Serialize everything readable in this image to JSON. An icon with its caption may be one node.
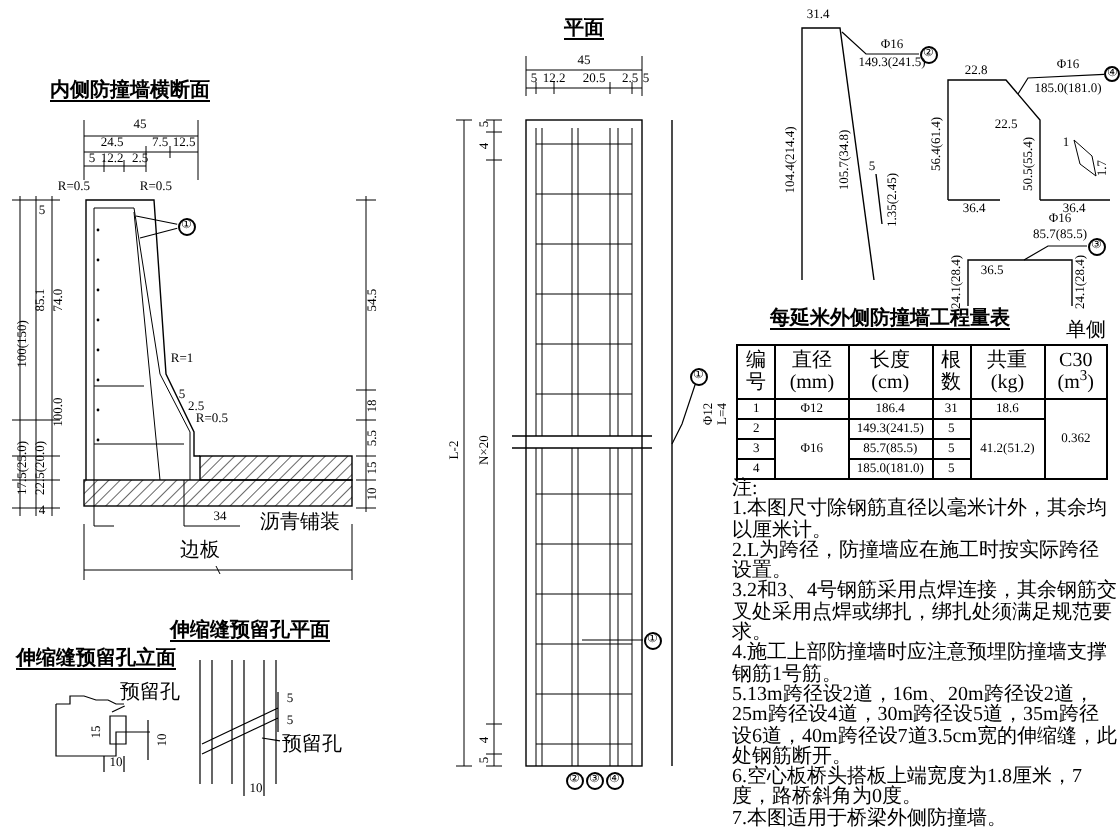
{
  "diagram": {
    "nodes": [
      {
        "text": [
          "①"
        ]
      },
      {
        "text": [
          "①"
        ]
      },
      {
        "text": [
          "②"
        ]
      },
      {
        "text": [
          "③"
        ]
      },
      {
        "text": [
          "④"
        ]
      },
      {
        "text": [
          "①"
        ]
      },
      {
        "text": [
          "预留孔"
        ]
      },
      {
        "text": [
          "预留孔"
        ]
      },
      {
        "text": [
          "②"
        ]
      },
      {
        "text": [
          "④"
        ]
      },
      {
        "text": [
          "③"
        ]
      }
    ],
    "edges": [
      {
        "from": 0,
        "to": null,
        "arrow": "none"
      },
      {
        "from": 0,
        "to": null,
        "arrow": "none"
      },
      {
        "from": 1,
        "to": null,
        "arrow": "none"
      },
      {
        "from": 5,
        "to": null,
        "arrow": "none"
      },
      {
        "from": 6,
        "to": null,
        "arrow": "none"
      },
      {
        "from": 7,
        "to": null,
        "arrow": "none"
      },
      {
        "from": 8,
        "to": null,
        "arrow": "none"
      },
      {
        "from": 9,
        "to": null,
        "arrow": "none"
      },
      {
        "from": 10,
        "to": null,
        "arrow": "none"
      }
    ],
    "labels": [
      "内侧防撞墙横断面",
      "45",
      "24.5",
      "7.5",
      "12.5",
      "5",
      "12.2",
      "2.5",
      "R=0.5",
      "R=0.5",
      "54.5",
      "R=1",
      "5",
      "2.5",
      "R=0.5",
      "18",
      "5.5",
      "15",
      "10",
      "34",
      "沥青铺装",
      "边板",
      "平面",
      "45",
      "5",
      "12.2",
      "20.5",
      "2.5",
      "5",
      "L-2",
      "N×20",
      "4",
      "4",
      "5",
      "5",
      "Φ12",
      "L=4",
      "伸缩缝预留孔立面",
      "伸缩缝预留孔平面",
      "15",
      "10",
      "10",
      "10",
      "31.4",
      "Φ16",
      "149.3(241.5)",
      "104.4(214.4)",
      "105.7(34.8)",
      "5",
      "1.35(2.45)",
      "22.8",
      "Φ16",
      "185.0(181.0)",
      "22.5",
      "56.4(61.4)",
      "50.5(55.4)",
      "36.4",
      "36.4",
      "Φ16",
      "85.7(85.5)",
      "36.5",
      "24.1(28.4)",
      "24.1(28.4)",
      "每延米外侧防撞墙工程量表",
      "单侧",
      "编号",
      "直径 (mm)",
      "长度 (cm)",
      "根数",
      "共重 (kg)",
      "C30 (m$^{3}$)",
      "1",
      "Φ12",
      "186.4",
      "31",
      "18.6",
      "0.362",
      "2",
      "149.3(241.5)",
      "5",
      "3",
      "Φ16",
      "85.7(85.5)",
      "5",
      "41.2(51.2)",
      "4",
      "185.0(181.0)",
      "5",
      "注:",
      "1.本图尺寸除钢筋直径以毫米计外，其余均以厘米计。",
      "2.L为跨径，防撞墙应在施工时按实际跨径设置。",
      "3.2和3、4号钢筋采用点焊连接，其余钢筋交叉处采用点焊或绑扎，绑扎处须满足规范要求。",
      "4.施工上部防撞墙时应注意预埋防撞墙支撑钢筋1号筋。",
      "5.13m跨径设2道，16m、20m跨径设2道，25m跨径设4道，30m跨径设5道，35m跨径设6道，40m跨径设7道3.5cm宽的伸缩缝，此处钢筋断开。",
      "6.空心板桥头搭板上端宽度为1.8厘米，7度，路桥斜角为0度。",
      "7.本图适用于桥梁外侧防撞墙。",
      "100(150)",
      "85.1",
      "74.0",
      "100.0",
      "17.5(25.0)",
      "22.5(20.0)",
      "4",
      "5",
      "5",
      "5",
      "1",
      "1.7"
    ]
  }
}
